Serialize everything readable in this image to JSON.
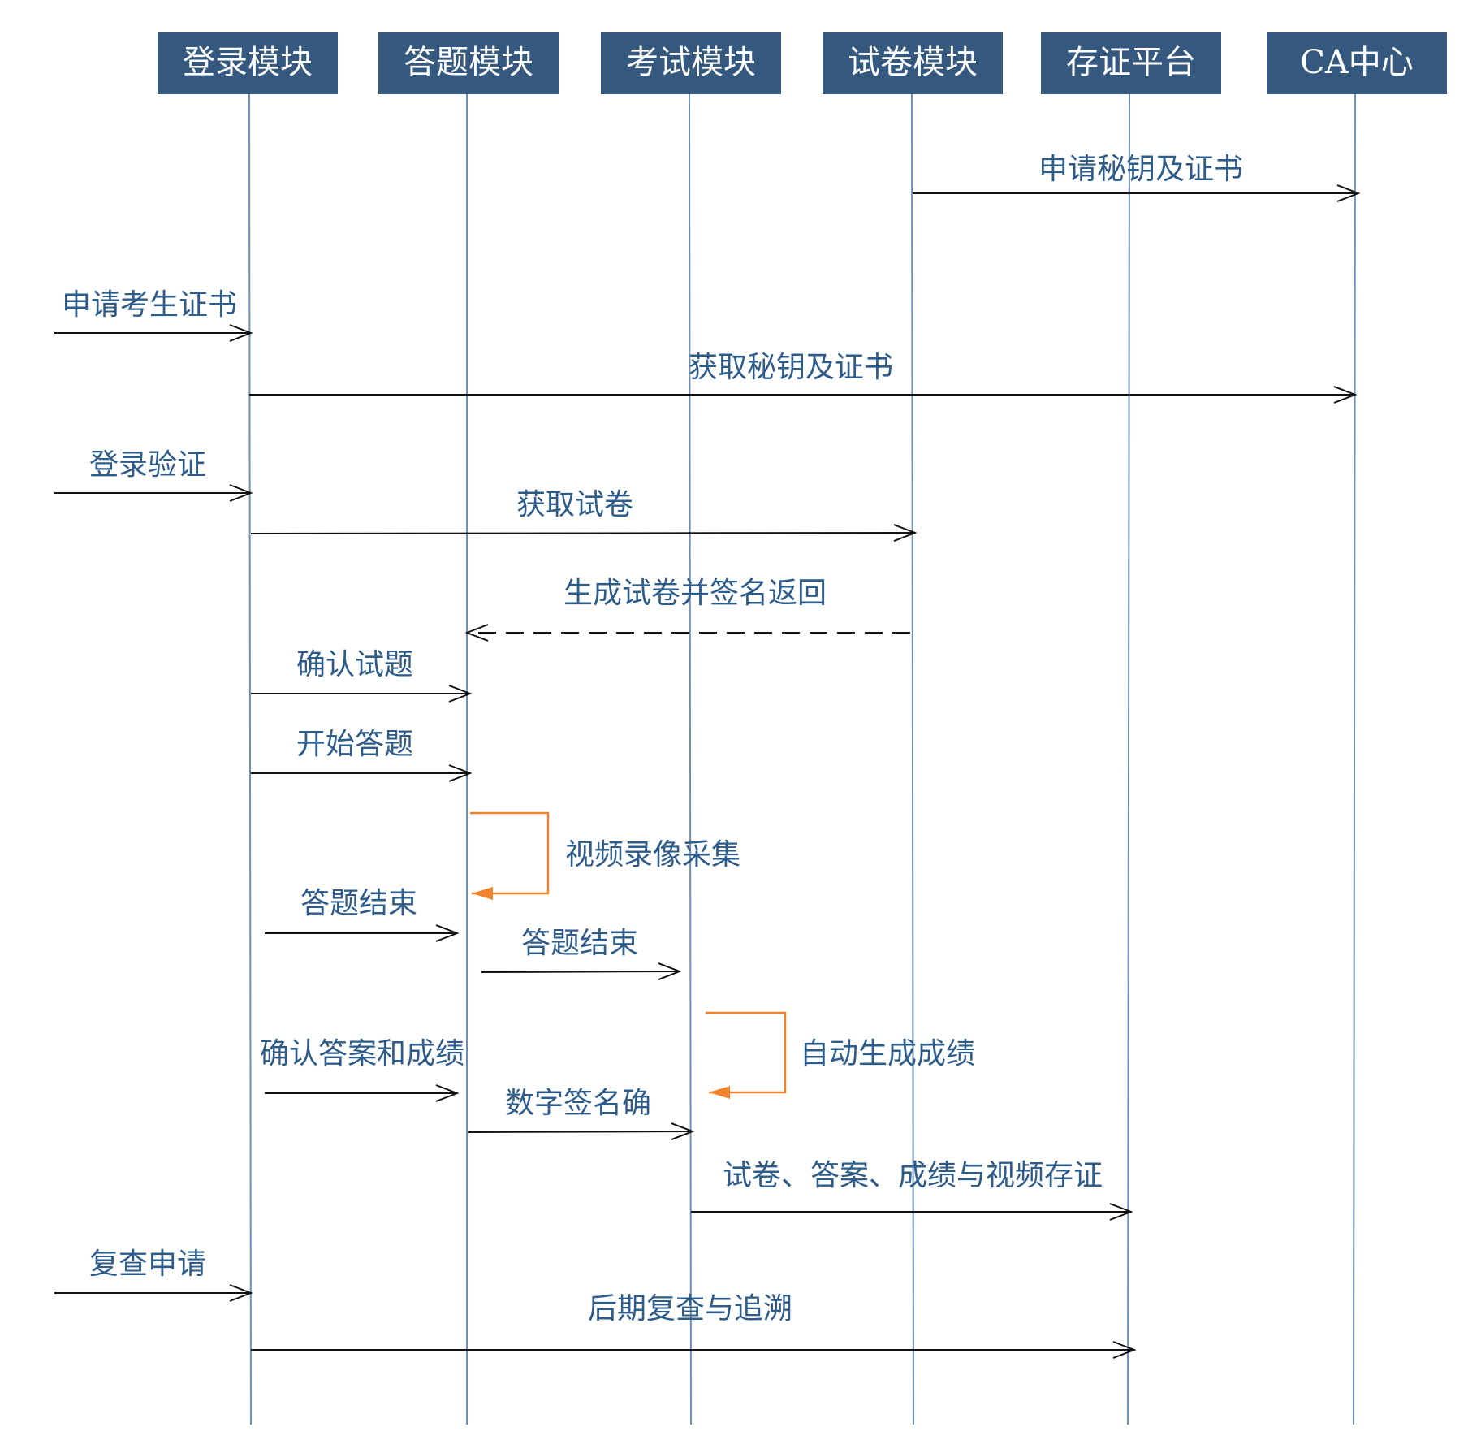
{
  "colors": {
    "actor_fill": "#34587e",
    "lifeline": "#6e8fb4",
    "arrow": "#111111",
    "self_arrow": "#f0832b",
    "label": "#2e5c8a"
  },
  "actors": [
    {
      "id": "login",
      "label": "登录模块"
    },
    {
      "id": "answer",
      "label": "答题模块"
    },
    {
      "id": "exam",
      "label": "考试模块"
    },
    {
      "id": "paper",
      "label": "试卷模块"
    },
    {
      "id": "evidence",
      "label": "存证平台"
    },
    {
      "id": "ca",
      "label": "CA中心"
    }
  ],
  "messages": [
    {
      "id": "m1",
      "from": "paper",
      "to": "ca",
      "label": "申请秘钥及证书",
      "style": "solid"
    },
    {
      "id": "m2",
      "from": "external",
      "to": "login",
      "label": "申请考生证书",
      "style": "solid"
    },
    {
      "id": "m3",
      "from": "login",
      "to": "ca",
      "label": "获取秘钥及证书",
      "style": "solid"
    },
    {
      "id": "m4",
      "from": "external",
      "to": "login",
      "label": "登录验证",
      "style": "solid"
    },
    {
      "id": "m5",
      "from": "login",
      "to": "paper",
      "label": "获取试卷",
      "style": "solid"
    },
    {
      "id": "m6",
      "from": "paper",
      "to": "answer",
      "label": "生成试卷并签名返回",
      "style": "dashed"
    },
    {
      "id": "m7",
      "from": "login",
      "to": "answer",
      "label": "确认试题",
      "style": "solid"
    },
    {
      "id": "m8",
      "from": "login",
      "to": "answer",
      "label": "开始答题",
      "style": "solid"
    },
    {
      "id": "m9",
      "from": "answer",
      "to": "answer",
      "label": "视频录像采集",
      "style": "self"
    },
    {
      "id": "m10",
      "from": "login",
      "to": "answer",
      "label": "答题结束",
      "style": "solid"
    },
    {
      "id": "m11",
      "from": "answer",
      "to": "exam",
      "label": "答题结束",
      "style": "solid"
    },
    {
      "id": "m12",
      "from": "exam",
      "to": "exam",
      "label": "自动生成成绩",
      "style": "self"
    },
    {
      "id": "m13",
      "from": "login",
      "to": "answer",
      "label": "确认答案和成绩",
      "style": "solid"
    },
    {
      "id": "m14",
      "from": "answer",
      "to": "exam",
      "label": "数字签名确",
      "style": "solid"
    },
    {
      "id": "m15",
      "from": "exam",
      "to": "evidence",
      "label": "试卷、答案、成绩与视频存证",
      "style": "solid"
    },
    {
      "id": "m16",
      "from": "external",
      "to": "login",
      "label": "复查申请",
      "style": "solid"
    },
    {
      "id": "m17",
      "from": "login",
      "to": "evidence",
      "label": "后期复查与追溯",
      "style": "solid"
    }
  ]
}
